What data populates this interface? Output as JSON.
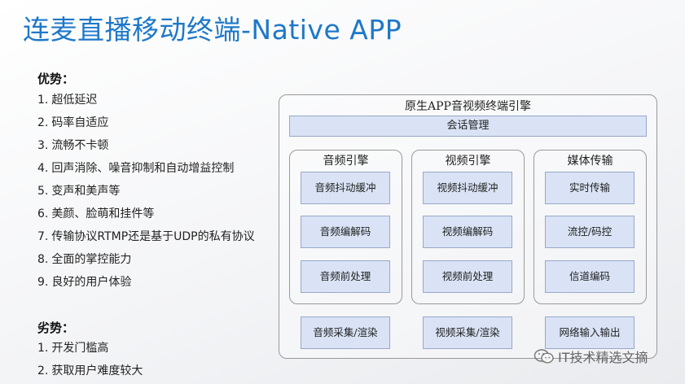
{
  "title": "连麦直播移动终端-Native APP",
  "advantages": {
    "heading": "优势：",
    "items": [
      {
        "num": "1.",
        "text": "超低延迟"
      },
      {
        "num": "2.",
        "text": "码率自适应"
      },
      {
        "num": "3.",
        "text": "流畅不卡顿"
      },
      {
        "num": "4.",
        "text": "回声消除、噪音抑制和自动增益控制"
      },
      {
        "num": "5.",
        "text": "变声和美声等"
      },
      {
        "num": "6.",
        "text": "美颜、脸萌和挂件等"
      },
      {
        "num": "7.",
        "text": "传输协议RTMP还是基于UDP的私有协议"
      },
      {
        "num": "8.",
        "text": "全面的掌控能力"
      },
      {
        "num": "9.",
        "text": "良好的用户体验"
      }
    ]
  },
  "disadvantages": {
    "heading": "劣势：",
    "items": [
      {
        "num": "1.",
        "text": "开发门槛高"
      },
      {
        "num": "2.",
        "text": "获取用户难度较大"
      }
    ]
  },
  "diagram": {
    "title": "原生APP音视频终端引擎",
    "session": "会话管理",
    "groups": [
      {
        "title": "音频引擎",
        "items": [
          "音频抖动缓冲",
          "音频编解码",
          "音频前处理"
        ],
        "bottom": "音频采集/渲染"
      },
      {
        "title": "视频引擎",
        "items": [
          "视频抖动缓冲",
          "视频编解码",
          "视频前处理"
        ],
        "bottom": "视频采集/渲染"
      },
      {
        "title": "媒体传输",
        "items": [
          "实时传输",
          "流控/码控",
          "信道编码"
        ],
        "bottom": "网络输入输出"
      }
    ]
  },
  "watermark": "IT技术精选文摘"
}
